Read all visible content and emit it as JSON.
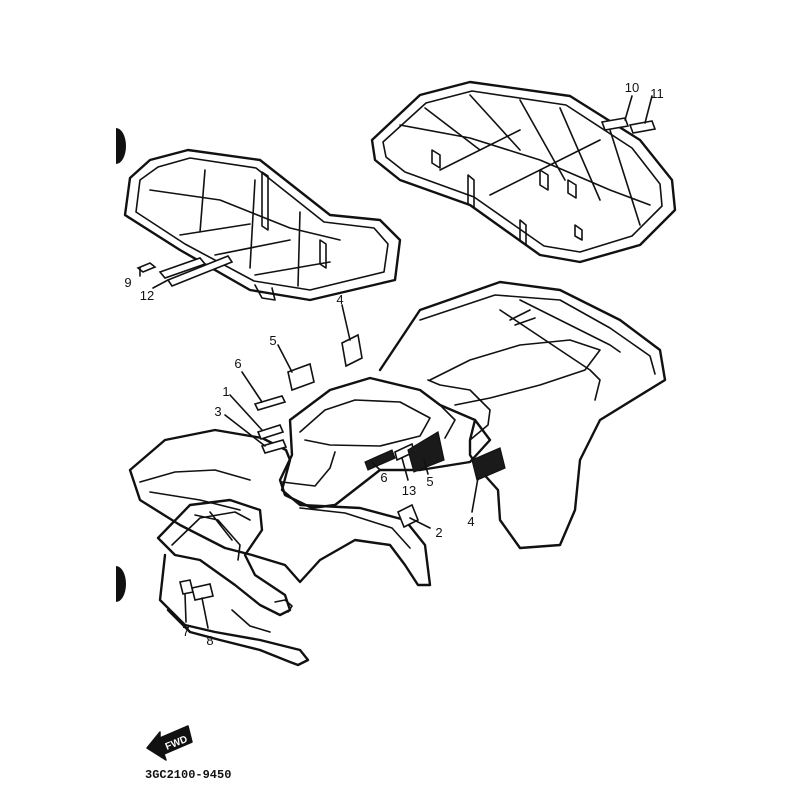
{
  "drawing_code": "3GC2100-9450",
  "fwd_label": "FWD",
  "callouts": [
    {
      "id": "c1",
      "text": "1"
    },
    {
      "id": "c2",
      "text": "2"
    },
    {
      "id": "c3",
      "text": "3"
    },
    {
      "id": "c4a",
      "text": "4"
    },
    {
      "id": "c4b",
      "text": "4"
    },
    {
      "id": "c5a",
      "text": "5"
    },
    {
      "id": "c5b",
      "text": "5"
    },
    {
      "id": "c6a",
      "text": "6"
    },
    {
      "id": "c6b",
      "text": "6"
    },
    {
      "id": "c7",
      "text": "7"
    },
    {
      "id": "c8",
      "text": "8"
    },
    {
      "id": "c9",
      "text": "9"
    },
    {
      "id": "c10",
      "text": "10"
    },
    {
      "id": "c11",
      "text": "11"
    },
    {
      "id": "c12",
      "text": "12"
    },
    {
      "id": "c13",
      "text": "13"
    }
  ]
}
